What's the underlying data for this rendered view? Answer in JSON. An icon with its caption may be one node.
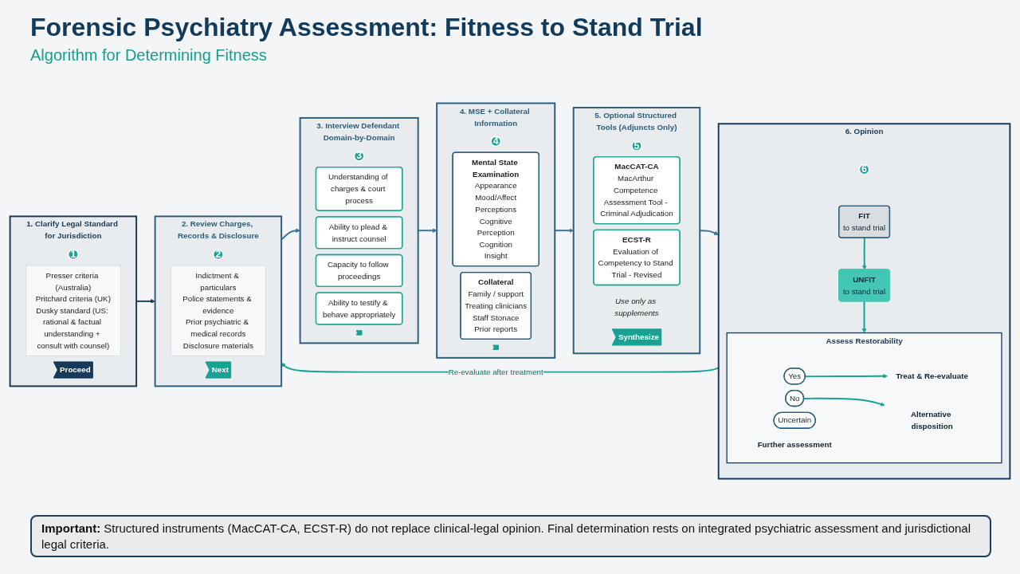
{
  "diagram": {
    "title": "Forensic Psychiatry Assessment: Fitness to Stand Trial",
    "nodes": [
      {
        "text": [
          "1. Clarify Legal Standard for Jurisdiction"
        ],
        "beside": [
          "1"
        ]
      },
      {
        "text": [
          "Presser criteria (Australia)",
          "Pritchard criteria (UK)",
          "Dusky standard (US: rational & factual understanding + consult with counsel)"
        ],
        "in": 0
      },
      {
        "text": [
          "Proceed"
        ],
        "in": 0
      },
      {
        "text": [
          "2. Review Charges, Records & Disclosure"
        ],
        "beside": [
          "2"
        ]
      },
      {
        "text": [
          "Indictment & particulars",
          "Police statements & evidence",
          "Prior psychiatric & medical records",
          "Disclosure materials"
        ],
        "in": 3
      },
      {
        "text": [
          "Next"
        ],
        "in": 3
      },
      {
        "text": [
          "3. Interview Defendant Domain-by-Domain"
        ],
        "beside": [
          "3"
        ]
      },
      {
        "text": [
          "Understanding of charges & court process"
        ],
        "in": 6
      },
      {
        "text": [
          "Ability to plead & instruct counsel"
        ],
        "in": 6
      },
      {
        "text": [
          "Capacity to follow proceedings"
        ],
        "in": 6
      },
      {
        "text": [
          "Ability to testify & behave appropriately"
        ],
        "in": 6
      },
      {
        "text": [],
        "shape": "arrow",
        "in": 6
      },
      {
        "text": [
          "4. MSE + Collateral Information"
        ],
        "beside": [
          "4"
        ]
      },
      {
        "text": [
          "Mental State Examination",
          "Appearance",
          "Mood/Affect",
          "Perceptions",
          "Cognitive",
          "Perception",
          "Cognition",
          "Insight"
        ],
        "in": 12
      },
      {
        "text": [
          "Collateral",
          "Family / support",
          "Treating clinicians",
          "Staff Stonace",
          "Prior reports"
        ],
        "in": 12
      },
      {
        "text": [],
        "shape": "arrow",
        "in": 12
      },
      {
        "text": [
          "5. Optional Structured Tools (Adjuncts Only)"
        ],
        "beside": [
          "5"
        ]
      },
      {
        "text": [
          "MacCAT-CA",
          "MacArthur Competence Assessment Tool - Criminal Adjudication"
        ],
        "in": 16
      },
      {
        "text": [
          "ECST-R",
          "Evaluation of Competency to Stand Trial - Revised"
        ],
        "in": 16,
        "beside": [
          "Use only as supplements"
        ]
      },
      {
        "text": [
          "Synthesize"
        ],
        "in": 16
      },
      {
        "text": [
          "6. Opinion"
        ],
        "beside": [
          "6"
        ]
      },
      {
        "text": [
          "FIT",
          "to stand trial"
        ],
        "in": 20
      },
      {
        "text": [
          "UNFIT",
          "to stand trial"
        ],
        "in": 20
      },
      {
        "text": [
          "Assess Restorability"
        ],
        "in": 20
      },
      {
        "text": [
          "Yes"
        ],
        "in": 23
      },
      {
        "text": [
          "Treat & Re-evaluate"
        ],
        "in": 23
      },
      {
        "text": [
          "No"
        ],
        "in": 23
      },
      {
        "text": [
          "Alternative disposition"
        ],
        "in": 23
      },
      {
        "text": [
          "Uncertain"
        ],
        "in": 23,
        "beside": [
          "Further assessment"
        ]
      }
    ],
    "edges": [
      {
        "from": 0,
        "to": 3,
        "arrow": "to",
        "color": "#1d3f5e"
      },
      {
        "from": 3,
        "to": 6,
        "arrow": "to",
        "color": "#3f7391"
      },
      {
        "from": 6,
        "to": 12,
        "arrow": "to",
        "color": "#3f7391"
      },
      {
        "from": 12,
        "to": 16,
        "arrow": "to",
        "color": "#3f7391"
      },
      {
        "from": 16,
        "to": 20,
        "arrow": "to",
        "color": "#3f7391"
      },
      {
        "from": 21,
        "to": 22,
        "arrow": "to"
      },
      {
        "from": 22,
        "to": 23,
        "arrow": "to"
      },
      {
        "from": 24,
        "to": 25,
        "arrow": "to"
      },
      {
        "from": 26,
        "to": 27,
        "arrow": "to"
      },
      {
        "from": 20,
        "to": 3,
        "arrow": "to",
        "label": "Re-evaluate after treatment"
      }
    ],
    "labels": [
      "Algorithm for Determining Fitness",
      "**Important:** Structured instruments (MacCAT-CA, ECST-R) do not replace clinical-legal opinion. Final determination rests on integrated psychiatric assessment and jurisdictional legal criteria."
    ]
  }
}
